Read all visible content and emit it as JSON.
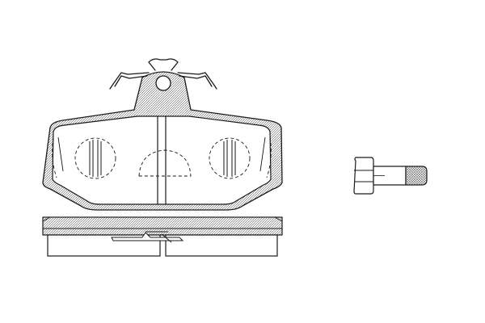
{
  "drawing": {
    "components": [
      {
        "id": "pad-front-view",
        "icon": "brake-pad-icon"
      },
      {
        "id": "pad-side-view",
        "icon": "brake-pad-profile-icon"
      },
      {
        "id": "retaining-spring",
        "icon": "spring-clip-icon"
      },
      {
        "id": "guide-bolt",
        "icon": "hex-bolt-icon"
      }
    ],
    "colors": {
      "line": "#1a1a1a",
      "hatch": "#8a8a8a",
      "background": "#ffffff"
    }
  }
}
